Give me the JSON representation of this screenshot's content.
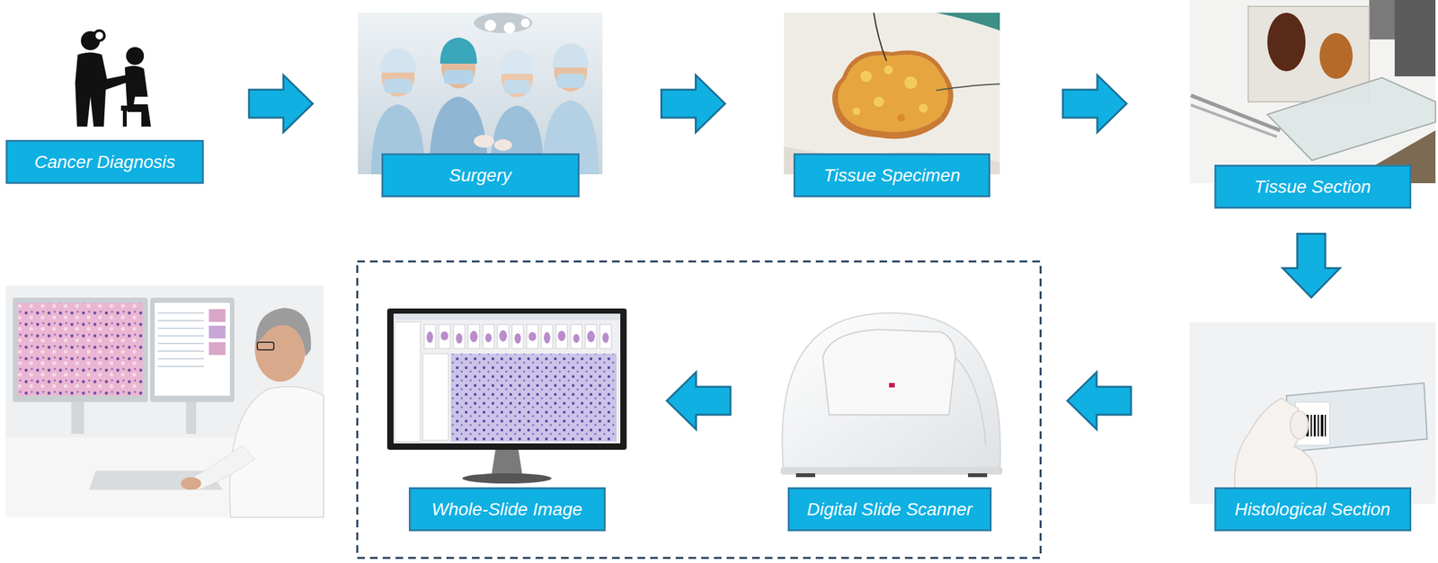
{
  "diagram": {
    "nodes": [
      {
        "text": [
          "Cancer Diagnosis"
        ]
      },
      {
        "text": [
          "Surgery"
        ]
      },
      {
        "text": [
          "Tissue Specimen"
        ]
      },
      {
        "text": [
          "Tissue Section"
        ]
      },
      {
        "text": [
          "Histological Section"
        ]
      },
      {
        "text": [
          "Digital Slide Scanner"
        ]
      },
      {
        "text": [
          "Whole-Slide Image"
        ]
      }
    ],
    "edges": [
      {
        "from": 0,
        "to": 1,
        "arrow": "to"
      },
      {
        "from": 1,
        "to": 2,
        "arrow": "to"
      },
      {
        "from": 2,
        "to": 3,
        "arrow": "to"
      },
      {
        "from": 3,
        "to": 4,
        "arrow": "to"
      },
      {
        "from": 4,
        "to": 5,
        "arrow": "to"
      },
      {
        "from": 5,
        "to": 6,
        "arrow": "to"
      }
    ]
  }
}
